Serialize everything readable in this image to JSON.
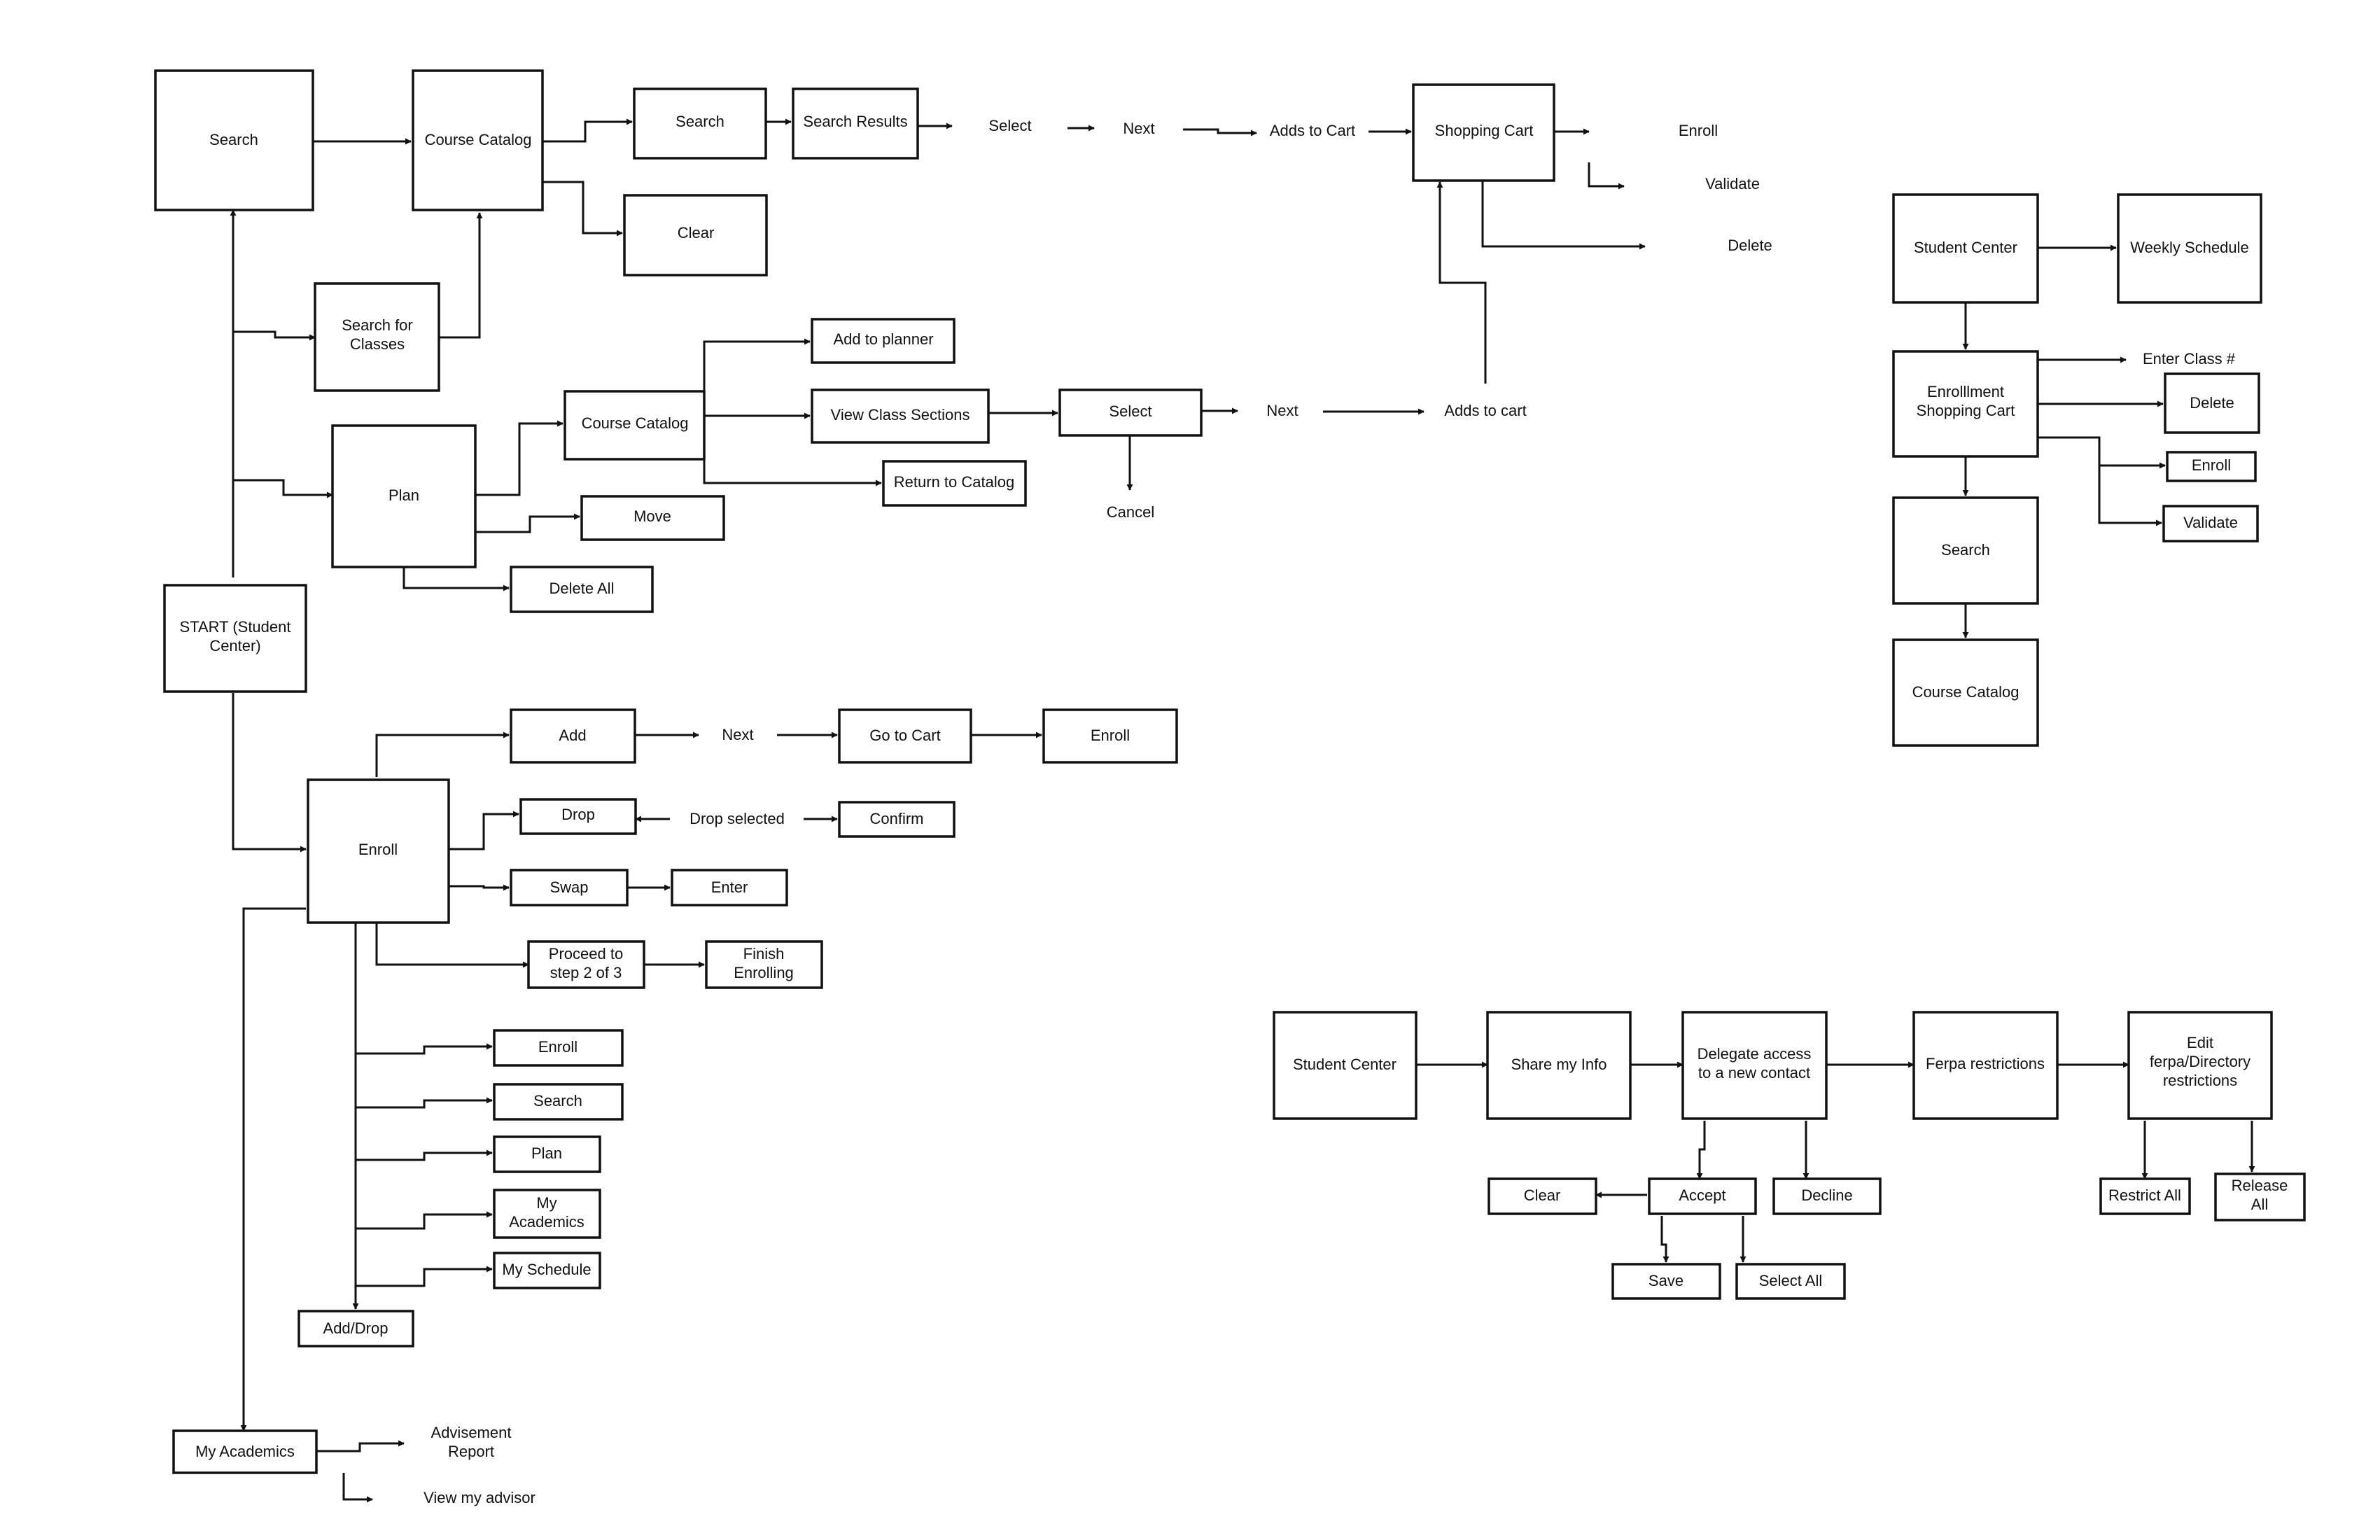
{
  "nodes": {
    "search_main": "Search",
    "course_catalog_main": "Course Catalog",
    "search_sub": "Search",
    "search_results": "Search Results",
    "select_1": "Select",
    "next_1": "Next",
    "adds_to_cart_1": "Adds to Cart",
    "shopping_cart": "Shopping Cart",
    "enroll_cart": "Enroll",
    "validate_cart": "Validate",
    "delete_cart": "Delete",
    "clear_1": "Clear",
    "search_for_classes_l1": "Search for",
    "search_for_classes_l2": "Classes",
    "add_to_planner": "Add to planner",
    "course_catalog_plan": "Course Catalog",
    "view_class_sections": "View Class Sections",
    "select_2": "Select",
    "next_2": "Next",
    "adds_to_cart_2": "Adds to cart",
    "cancel": "Cancel",
    "return_to_catalog": "Return to Catalog",
    "plan": "Plan",
    "move": "Move",
    "delete_all": "Delete All",
    "start_l1": "START (Student",
    "start_l2": "Center)",
    "enroll_main": "Enroll",
    "add": "Add",
    "next_3": "Next",
    "go_to_cart": "Go to Cart",
    "enroll_final": "Enroll",
    "drop": "Drop",
    "drop_selected": "Drop selected",
    "confirm": "Confirm",
    "swap": "Swap",
    "enter": "Enter",
    "proceed_l1": "Proceed to",
    "proceed_l2": "step 2 of 3",
    "finish_l1": "Finish",
    "finish_l2": "Enrolling",
    "sub_enroll": "Enroll",
    "sub_search": "Search",
    "sub_plan": "Plan",
    "sub_my_academics_l1": "My",
    "sub_my_academics_l2": "Academics",
    "sub_my_schedule": "My Schedule",
    "add_drop": "Add/Drop",
    "my_academics": "My Academics",
    "advisement_l1": "Advisement",
    "advisement_l2": "Report",
    "view_my_advisor": "View my advisor",
    "sc2_student_center": "Student Center",
    "weekly_schedule": "Weekly Schedule",
    "enrollment_cart_l1": "Enrolllment",
    "enrollment_cart_l2": "Shopping Cart",
    "enter_class_num": "Enter Class #",
    "sc2_delete": "Delete",
    "sc2_enroll": "Enroll",
    "sc2_validate": "Validate",
    "sc2_search": "Search",
    "sc2_course_catalog": "Course Catalog",
    "sc3_student_center": "Student Center",
    "share_my_info": "Share my Info",
    "delegate_l1": "Delegate access",
    "delegate_l2": "to a new contact",
    "ferpa": "Ferpa restrictions",
    "edit_l1": "Edit",
    "edit_l2": "ferpa/Directory",
    "edit_l3": "restrictions",
    "clear_2": "Clear",
    "accept": "Accept",
    "decline": "Decline",
    "save": "Save",
    "select_all": "Select All",
    "restrict_all": "Restrict All",
    "release_l1": "Release",
    "release_l2": "All"
  }
}
